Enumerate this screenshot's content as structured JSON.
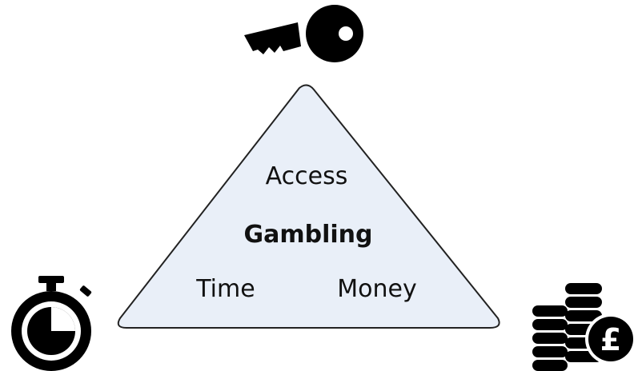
{
  "diagram": {
    "triangle_fill": "#e9eff8",
    "triangle_stroke": "#222222",
    "icon_color": "#000000",
    "labels": {
      "top": "Access",
      "center": "Gambling",
      "left": "Time",
      "right": "Money"
    },
    "icons": {
      "top": "key-icon",
      "left": "stopwatch-icon",
      "right": "coins-pound-icon"
    },
    "currency_symbol": "£"
  }
}
